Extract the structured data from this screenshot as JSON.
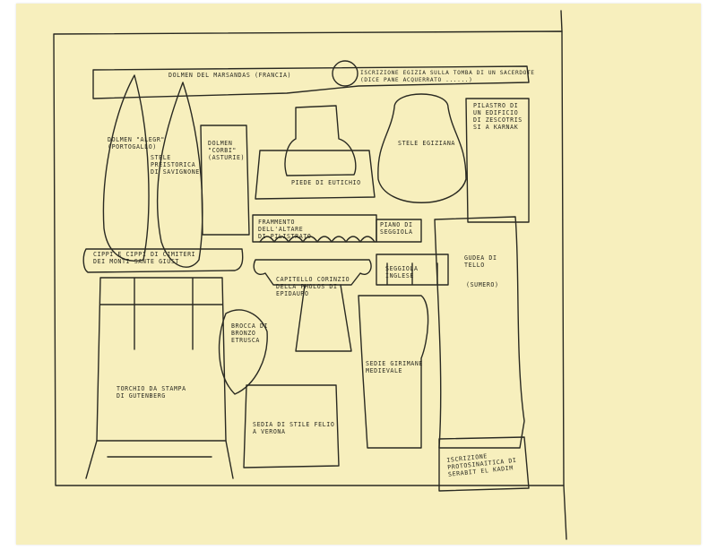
{
  "labels": {
    "dolmen_marsandas": "DOLMEN DEL MARSANDAS (FRANCIA)",
    "iscrizione_tomba": "ISCRIZIONE EGIZIA SULLA TOMBA DI UN SACERDOTE\n(DICE PANE ACQUERRATO ......)",
    "dolmen_alegr": "DOLMEN \"ALEGR\"\n(PORTOGALLO)",
    "stele_preistorica": "STELE\nPREISTORICA\nDI SAVIGNONE",
    "dolmen_corbi": "DOLMEN\n\"CORBI\"\n(ASTURIE)",
    "pilastro_edificio": "PILASTRO DI\nUN EDIFICIO\nDI ZESCOTRIS\nSI A KARNAK",
    "stele_egiziana": "STELE EGIZIANA",
    "piede_eutichia": "PIEDE DI EUTICHIO",
    "frammento_altare": "FRAMMENTO\nDELL'ALTARE\nDI PILISTRATO",
    "piano_seggiola": "PIANO DI\nSEGGIOLA",
    "cippi_cimiteri": "CIPPI E CIPPI DI CIMITERI\nDEI MONTI SANTE GIUST",
    "guida_tello": "GUDEA DI\nTELLO",
    "sumeri": "(SUMERO)",
    "capitello_corinzio": "CAPITELLO CORINZIO\nDELLA PHOLOS DI\nEPIDAURO",
    "seggiola_inglese": "SEGGIOLA\nINGLESE",
    "brocca_bronzo": "BROCCA DI\nBRONZO\nETRUSCA",
    "torchio_stampa": "TORCHIO DA STAMPA\nDI GUTENBERG",
    "sedia_medievale": "SEDIE GIRIMANE\nMEDIEVALE",
    "sedia_stile": "SEDIA DI STILE FELIO\nA VERONA",
    "iscrizione_protosinaitica": "ISCRIZIONE\nPROTOSINAITICA DI\nSERABIT EL KADIM"
  }
}
